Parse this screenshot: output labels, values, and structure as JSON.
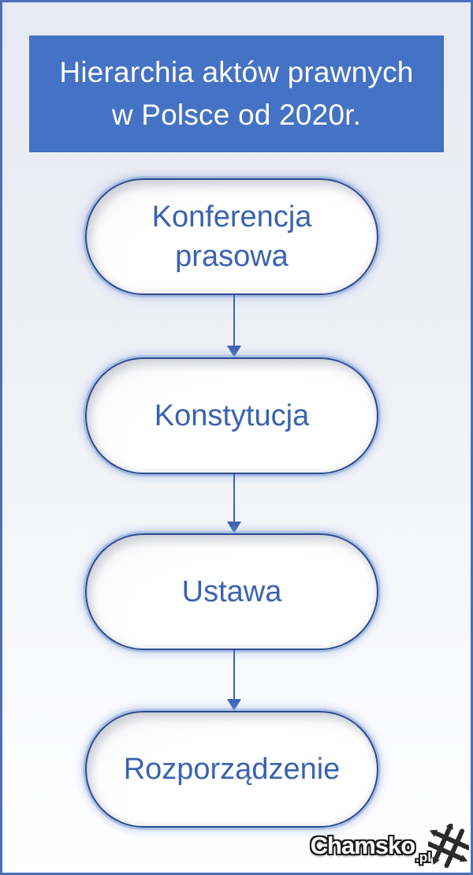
{
  "title": {
    "line1": "Hierarchia aktów prawnych",
    "line2": "w Polsce od 2020r."
  },
  "nodes": [
    {
      "label": "Konferencja prasowa"
    },
    {
      "label": "Konstytucja"
    },
    {
      "label": "Ustawa"
    },
    {
      "label": "Rozporządzenie"
    }
  ],
  "watermark": {
    "name": "Chamsko",
    "suffix": ".pl",
    "logo": "hash-crosshair-icon"
  },
  "colors": {
    "accent_blue": "#4472c4",
    "title_text": "#ffffff",
    "node_text": "#3a63b0",
    "node_border": "#2a4a8f",
    "node_glow": "#8faadc",
    "arrow": "#3b64b5",
    "frame_border": "#4d6fbb",
    "background_top": "#e7eaf3",
    "background_bottom": "#ffffff"
  }
}
